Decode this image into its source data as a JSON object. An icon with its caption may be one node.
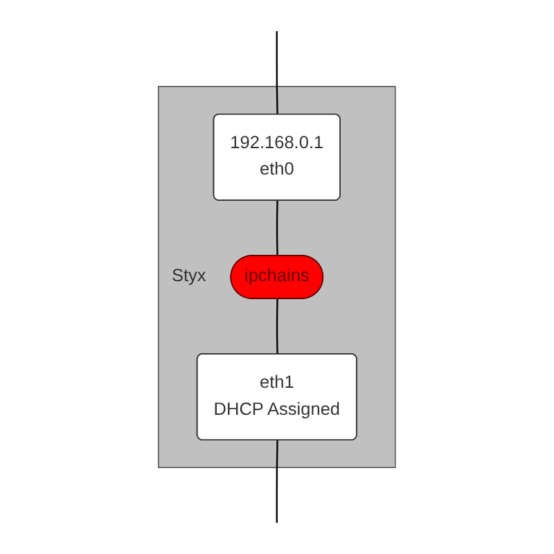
{
  "diagram": {
    "nodes": [
      {
        "text": [
          "Styx"
        ]
      },
      {
        "text": [
          "192.168.0.1",
          "eth0"
        ],
        "in": 0
      },
      {
        "text": [
          "ipchains"
        ],
        "in": 0
      },
      {
        "text": [
          "eth1",
          "DHCP Assigned"
        ],
        "in": 0
      }
    ],
    "edges": [
      {
        "from": null,
        "to": 1,
        "arrow": "none"
      },
      {
        "from": 1,
        "to": 2,
        "arrow": "none"
      },
      {
        "from": 2,
        "to": 3,
        "arrow": "none"
      },
      {
        "from": 3,
        "to": null,
        "arrow": "none"
      }
    ]
  }
}
